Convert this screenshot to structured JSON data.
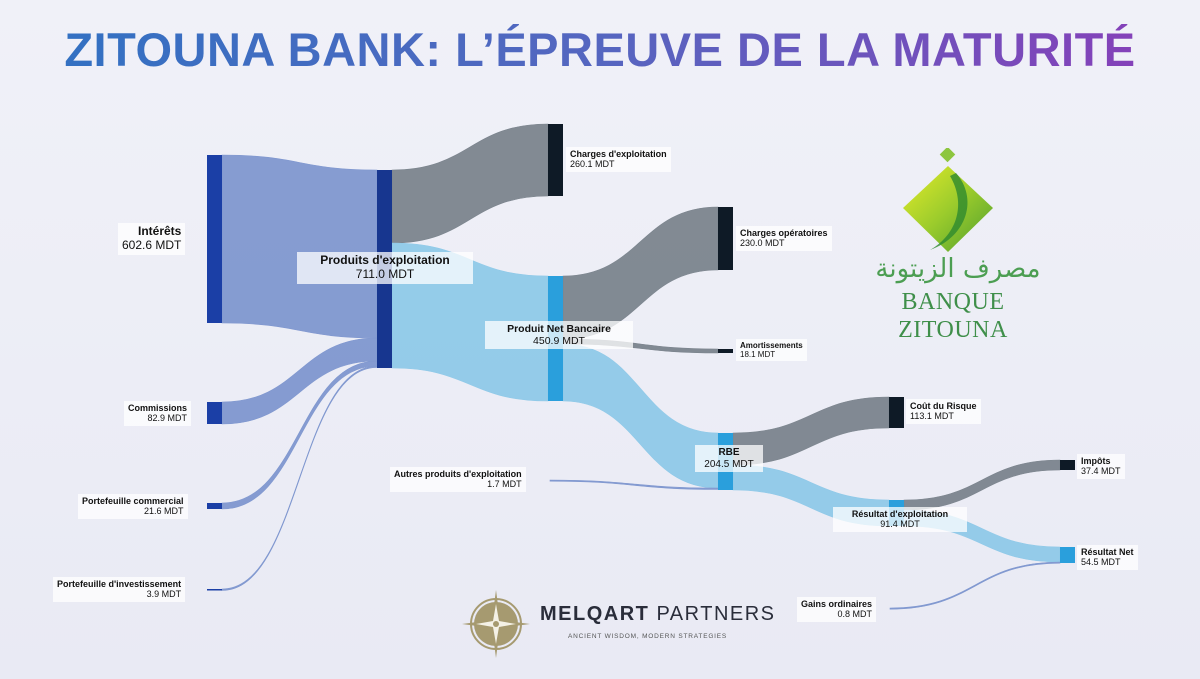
{
  "title": "ZITOUNA BANK: L’ÉPREUVE DE LA MATURITÉ",
  "unit": "MDT",
  "nodes": {
    "interets": {
      "name": "Intérêts",
      "value": "602.6 MDT"
    },
    "commissions": {
      "name": "Commissions",
      "value": "82.9 MDT"
    },
    "port_com": {
      "name": "Portefeuille commercial",
      "value": "21.6 MDT"
    },
    "port_inv": {
      "name": "Portefeuille d'investissement",
      "value": "3.9 MDT"
    },
    "produits": {
      "name": "Produits d'exploitation",
      "value": "711.0 MDT"
    },
    "charges_exp": {
      "name": "Charges d'exploitation",
      "value": "260.1 MDT"
    },
    "pnb": {
      "name": "Produit Net Bancaire",
      "value": "450.9 MDT"
    },
    "charges_op": {
      "name": "Charges opératoires",
      "value": "230.0 MDT"
    },
    "amort": {
      "name": "Amortissements",
      "value": "18.1 MDT"
    },
    "autres": {
      "name": "Autres produits d'exploitation",
      "value": "1.7 MDT"
    },
    "rbe": {
      "name": "RBE",
      "value": "204.5 MDT"
    },
    "cout_risque": {
      "name": "Coût du Risque",
      "value": "113.1 MDT"
    },
    "res_exp": {
      "name": "Résultat d'exploitation",
      "value": "91.4 MDT"
    },
    "impots": {
      "name": "Impôts",
      "value": "37.4 MDT"
    },
    "res_net": {
      "name": "Résultat Net",
      "value": "54.5 MDT"
    },
    "gains": {
      "name": "Gains ordinaires",
      "value": "0.8 MDT"
    }
  },
  "links": [
    {
      "source": "Intérêts",
      "target": "Produits d'exploitation",
      "value": 602.6
    },
    {
      "source": "Commissions",
      "target": "Produits d'exploitation",
      "value": 82.9
    },
    {
      "source": "Portefeuille commercial",
      "target": "Produits d'exploitation",
      "value": 21.6
    },
    {
      "source": "Portefeuille d'investissement",
      "target": "Produits d'exploitation",
      "value": 3.9
    },
    {
      "source": "Produits d'exploitation",
      "target": "Charges d'exploitation",
      "value": 260.1
    },
    {
      "source": "Produits d'exploitation",
      "target": "Produit Net Bancaire",
      "value": 450.9
    },
    {
      "source": "Produit Net Bancaire",
      "target": "Charges opératoires",
      "value": 230.0
    },
    {
      "source": "Produit Net Bancaire",
      "target": "Amortissements",
      "value": 18.1
    },
    {
      "source": "Produit Net Bancaire",
      "target": "RBE",
      "value": 202.8
    },
    {
      "source": "Autres produits d'exploitation",
      "target": "RBE",
      "value": 1.7
    },
    {
      "source": "RBE",
      "target": "Coût du Risque",
      "value": 113.1
    },
    {
      "source": "RBE",
      "target": "Résultat d'exploitation",
      "value": 91.4
    },
    {
      "source": "Résultat d'exploitation",
      "target": "Impôts",
      "value": 37.4
    },
    {
      "source": "Résultat d'exploitation",
      "target": "Résultat Net",
      "value": 54.0
    },
    {
      "source": "Gains ordinaires",
      "target": "Résultat Net",
      "value": 0.8
    }
  ],
  "colors": {
    "income_node": "#1b3fa6",
    "income_link": "#7f97cf",
    "cost_node": "#0e1a26",
    "cost_link": "#7b848d",
    "result_node": "#2a9fdc",
    "result_link": "#8fc9e8"
  },
  "logos": {
    "bank_arabic": "مصرف الزيتونة",
    "bank_name": "BANQUE ZITOUNA",
    "partner_bold": "MELQART",
    "partner_rest": "PARTNERS",
    "partner_tagline": "ANCIENT WISDOM, MODERN STRATEGIES"
  }
}
